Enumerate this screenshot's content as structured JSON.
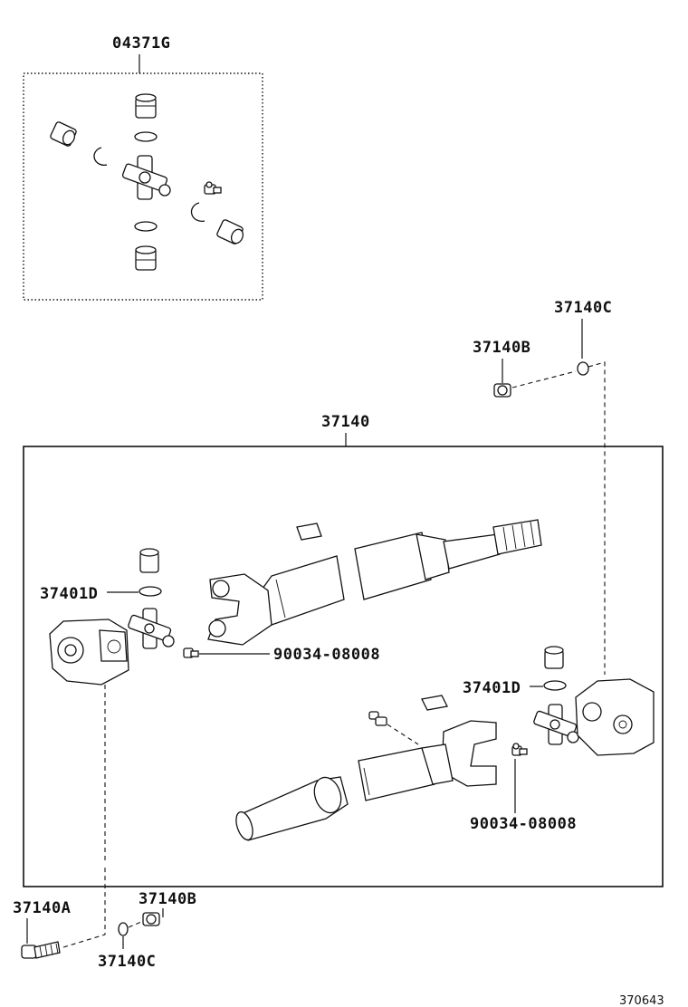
{
  "labels": {
    "kit": "04371G",
    "shaft_assy": "37140",
    "part_b_top": "37140B",
    "part_c_top": "37140C",
    "spider_left": "37401D",
    "spider_right": "37401D",
    "fitting_left": "90034-08008",
    "fitting_right": "90034-08008",
    "bolt": "37140A",
    "part_b_bottom": "37140B",
    "part_c_bottom": "37140C"
  },
  "figure_id": "370643"
}
